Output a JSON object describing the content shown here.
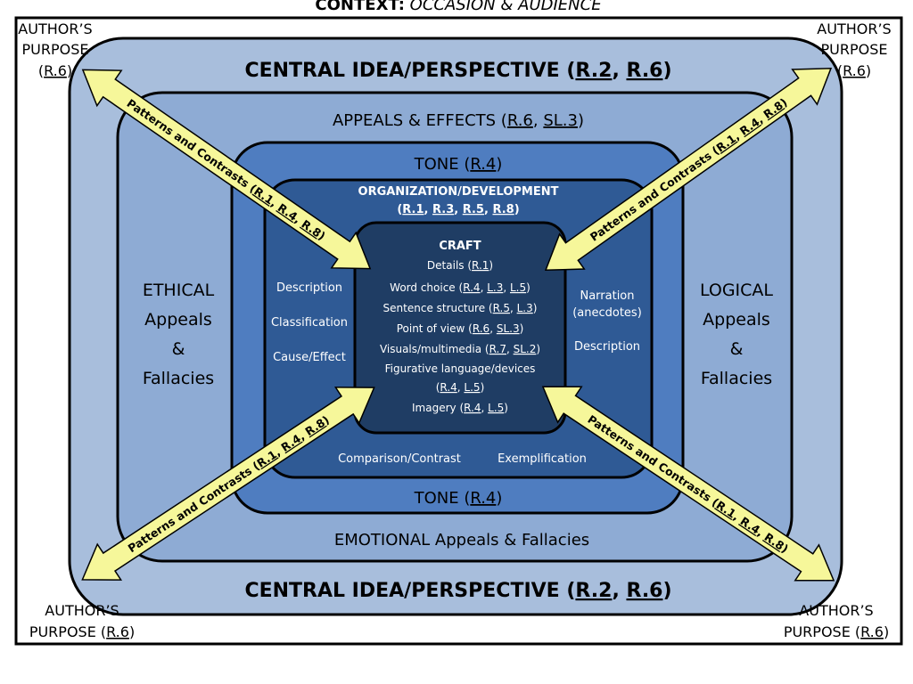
{
  "context": {
    "prefix": "CONTEXT:",
    "rest": " OCCASION & AUDIENCE"
  },
  "corners": {
    "top_left": {
      "line1": "AUTHOR’S",
      "line2": "PURPOSE",
      "ref": "R.6"
    },
    "top_right": {
      "line1": "AUTHOR’S",
      "line2": "PURPOSE",
      "ref": "R.6"
    },
    "bottom_left": {
      "line1": "AUTHOR’S",
      "line2": "PURPOSE",
      "ref": "R.6"
    },
    "bottom_right": {
      "line1": "AUTHOR’S",
      "line2": "PURPOSE",
      "ref": "R.6"
    }
  },
  "central": {
    "label": "CENTRAL IDEA/PERSPECTIVE",
    "refs": [
      "R.2",
      "R.6"
    ]
  },
  "appeals": {
    "label": "APPEALS & EFFECTS",
    "refs": [
      "R.6",
      "SL.3"
    ]
  },
  "tone": {
    "label": "TONE",
    "ref": "R.4"
  },
  "ethical": [
    "ETHICAL",
    "Appeals",
    "&",
    "Fallacies"
  ],
  "logical": [
    "LOGICAL",
    "Appeals",
    "&",
    "Fallacies"
  ],
  "emotional": "EMOTIONAL Appeals & Fallacies",
  "organization": {
    "label": "ORGANIZATION/DEVELOPMENT",
    "refs": [
      "R.1",
      "R.3",
      "R.5",
      "R.8"
    ]
  },
  "left_modes": [
    "Description",
    "Classification",
    "Cause/Effect"
  ],
  "right_modes": [
    "Narration",
    "(anecdotes)",
    "Description"
  ],
  "bottom_modes": [
    "Comparison/Contrast",
    "Exemplification"
  ],
  "craft": {
    "title": "CRAFT",
    "items": [
      {
        "text": "Details",
        "refs": [
          "R.1"
        ]
      },
      {
        "text": "Word choice",
        "refs": [
          "R.4",
          "L.3",
          "L.5"
        ]
      },
      {
        "text": "Sentence structure",
        "refs": [
          "R.5",
          "L.3"
        ]
      },
      {
        "text": "Point of view",
        "refs": [
          "R.6",
          "SL.3"
        ]
      },
      {
        "text": "Visuals/multimedia",
        "refs": [
          "R.7",
          "SL.2"
        ]
      },
      {
        "text": "Figurative language/devices",
        "refs": []
      },
      {
        "text": "",
        "refs": [
          "R.4",
          "L.5"
        ]
      },
      {
        "text": "Imagery",
        "refs": [
          "R.4",
          "L.5"
        ]
      }
    ]
  },
  "arrow": {
    "label": "Patterns and Contrasts",
    "refs": [
      "R.1",
      "R.4",
      "R.8"
    ]
  },
  "colors": {
    "outer": "#a8bedc",
    "appeals": "#8eabd4",
    "tone": "#4f7dc0",
    "organization": "#2f5a95",
    "craft": "#1f3d64",
    "arrow": "#f6f79a"
  }
}
